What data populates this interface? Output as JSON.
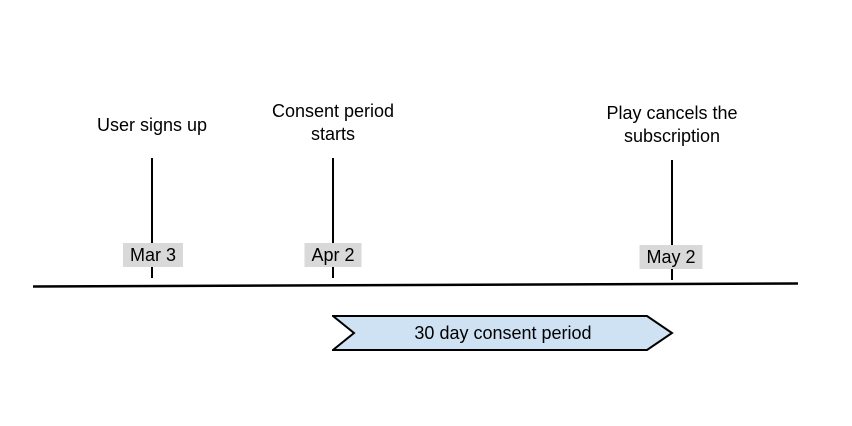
{
  "diagram": {
    "events": [
      {
        "title": "User signs up",
        "date": "Mar 3"
      },
      {
        "title": "Consent period starts",
        "date": "Apr 2"
      },
      {
        "title": "Play cancels the subscription",
        "date": "May 2"
      }
    ],
    "banner": {
      "label": "30 day consent period"
    },
    "colors": {
      "banner_fill": "#cfe2f3",
      "banner_border": "#000000",
      "date_label_bg": "#d9d9d9",
      "line": "#000000",
      "text": "#000000",
      "background": "#ffffff"
    }
  }
}
